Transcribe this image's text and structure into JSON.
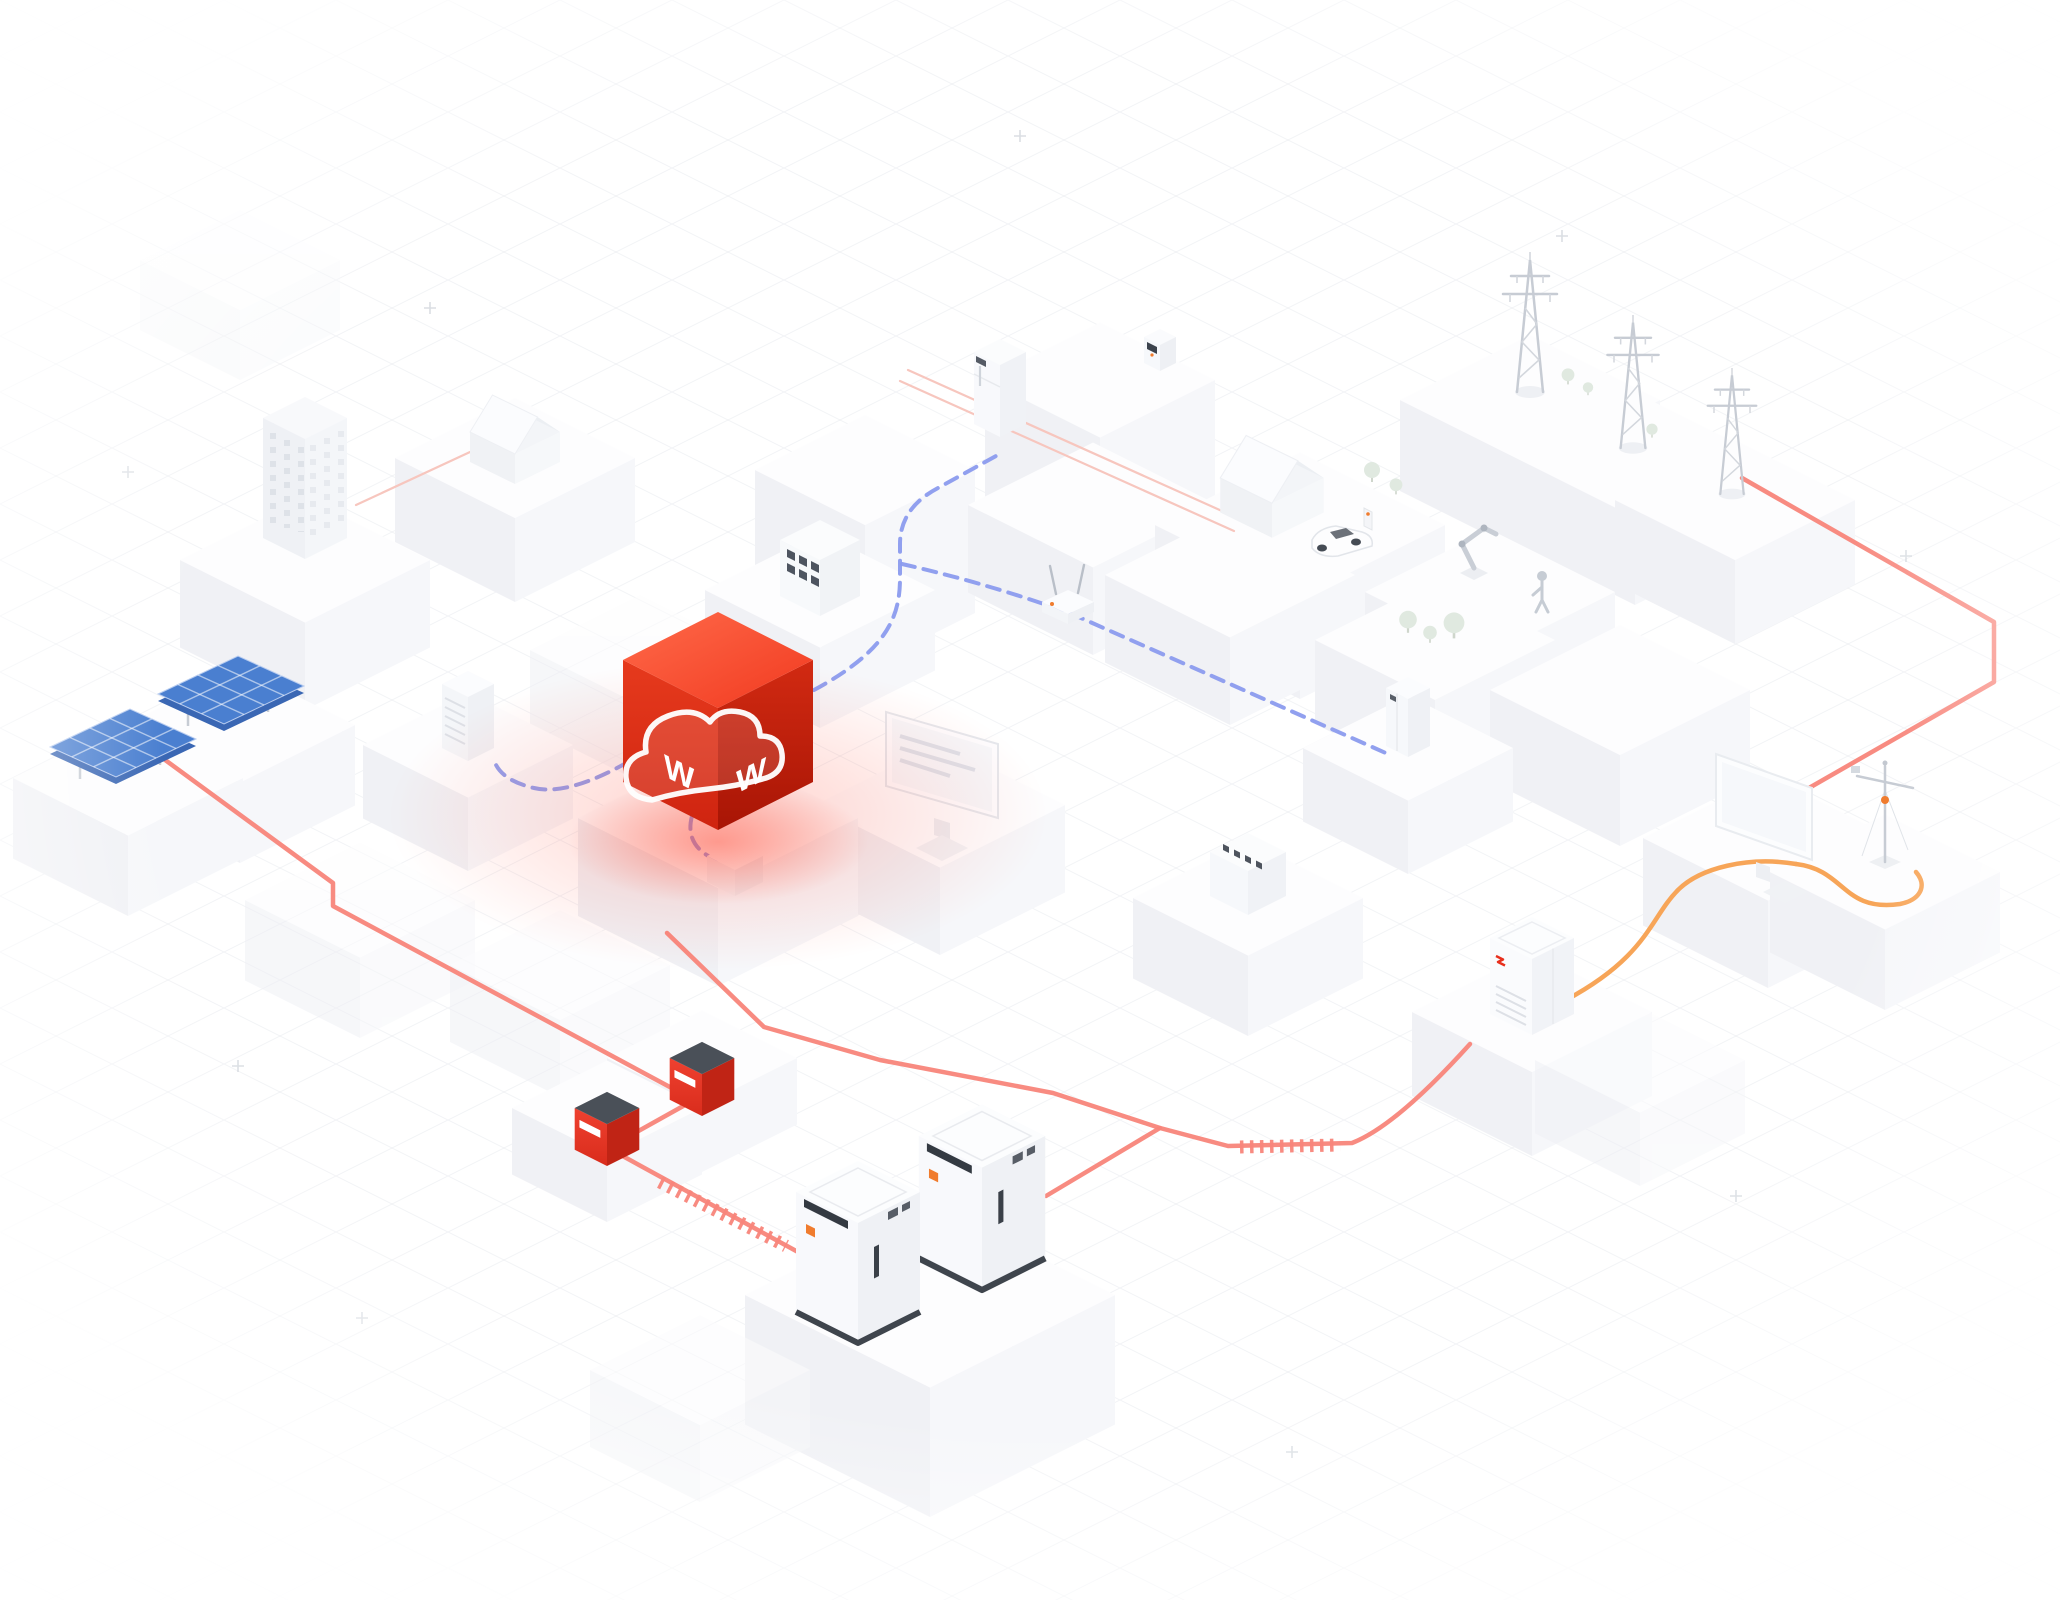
{
  "scene": {
    "title": "Smart energy ecosystem - isometric network illustration",
    "logo_glyph": "W",
    "background": "#ffffff"
  },
  "palette": {
    "accent_red": "#e82f1c",
    "accent_orange": "#f07c2e",
    "cube_top": "#f44531",
    "cube_left": "#dd2413",
    "cube_right": "#bc1a0c",
    "line_power": "#f8857a",
    "line_power_faint": "#f7c6be",
    "line_data": "#8b9bee",
    "line_heat": "#f7a558",
    "solar_blue": "#4a7fd0",
    "solar_blue_dark": "#3a67b4",
    "block_top": "#fdfdfe",
    "block_left": "#f0f1f5",
    "block_right": "#f6f7fa",
    "grid_line": "#e4e7ec",
    "metal": "#c7ccd4",
    "dark_detail": "#474d57"
  },
  "components": [
    {
      "id": "cloud-platform-cube",
      "label": "Cloud energy management platform",
      "count": 1
    },
    {
      "id": "solar-array",
      "label": "Photovoltaic panels",
      "count": 2
    },
    {
      "id": "office-building",
      "label": "Office building",
      "count": 1
    },
    {
      "id": "residential-house",
      "label": "House",
      "count": 1
    },
    {
      "id": "house-with-ev",
      "label": "Home with EV and charging post",
      "count": 1
    },
    {
      "id": "transmission-tower",
      "label": "Grid transmission tower",
      "count": 3
    },
    {
      "id": "household-appliance",
      "label": "Household appliance",
      "count": 1
    },
    {
      "id": "smart-meter",
      "label": "Smart meter",
      "count": 1
    },
    {
      "id": "wifi-router",
      "label": "Communication gateway",
      "count": 1
    },
    {
      "id": "battery-wall-unit",
      "label": "Wall battery",
      "count": 1
    },
    {
      "id": "control-cabinet",
      "label": "Control cabinet with breaker grid",
      "count": 1
    },
    {
      "id": "server-cabinet",
      "label": "Server cabinet",
      "count": 1
    },
    {
      "id": "monitoring-display",
      "label": "Monitoring display",
      "count": 1
    },
    {
      "id": "hvac-unit",
      "label": "HVAC / vent unit",
      "count": 1
    },
    {
      "id": "heat-pump",
      "label": "Heat pump",
      "count": 1
    },
    {
      "id": "presentation-screen",
      "label": "Blank display screen",
      "count": 1
    },
    {
      "id": "weather-station",
      "label": "Weather station mast",
      "count": 1
    },
    {
      "id": "ev-wallbox",
      "label": "Red EV wallbox charger",
      "count": 2
    },
    {
      "id": "battery-storage-cabinet",
      "label": "Battery energy storage cabinet",
      "count": 2
    },
    {
      "id": "industrial-robot",
      "label": "Industrial robot arm",
      "count": 1
    },
    {
      "id": "technician",
      "label": "Technician figure",
      "count": 1
    }
  ],
  "connections": [
    {
      "id": "power-loop",
      "type": "power",
      "style": "solid",
      "color": "#f8857a"
    },
    {
      "id": "grid-feed",
      "type": "power",
      "style": "solid",
      "color": "#f8857a"
    },
    {
      "id": "data-links",
      "type": "data",
      "style": "dashed",
      "color": "#8b9bee"
    },
    {
      "id": "thermal-link",
      "type": "thermal",
      "style": "solid",
      "color": "#f7a558"
    }
  ]
}
